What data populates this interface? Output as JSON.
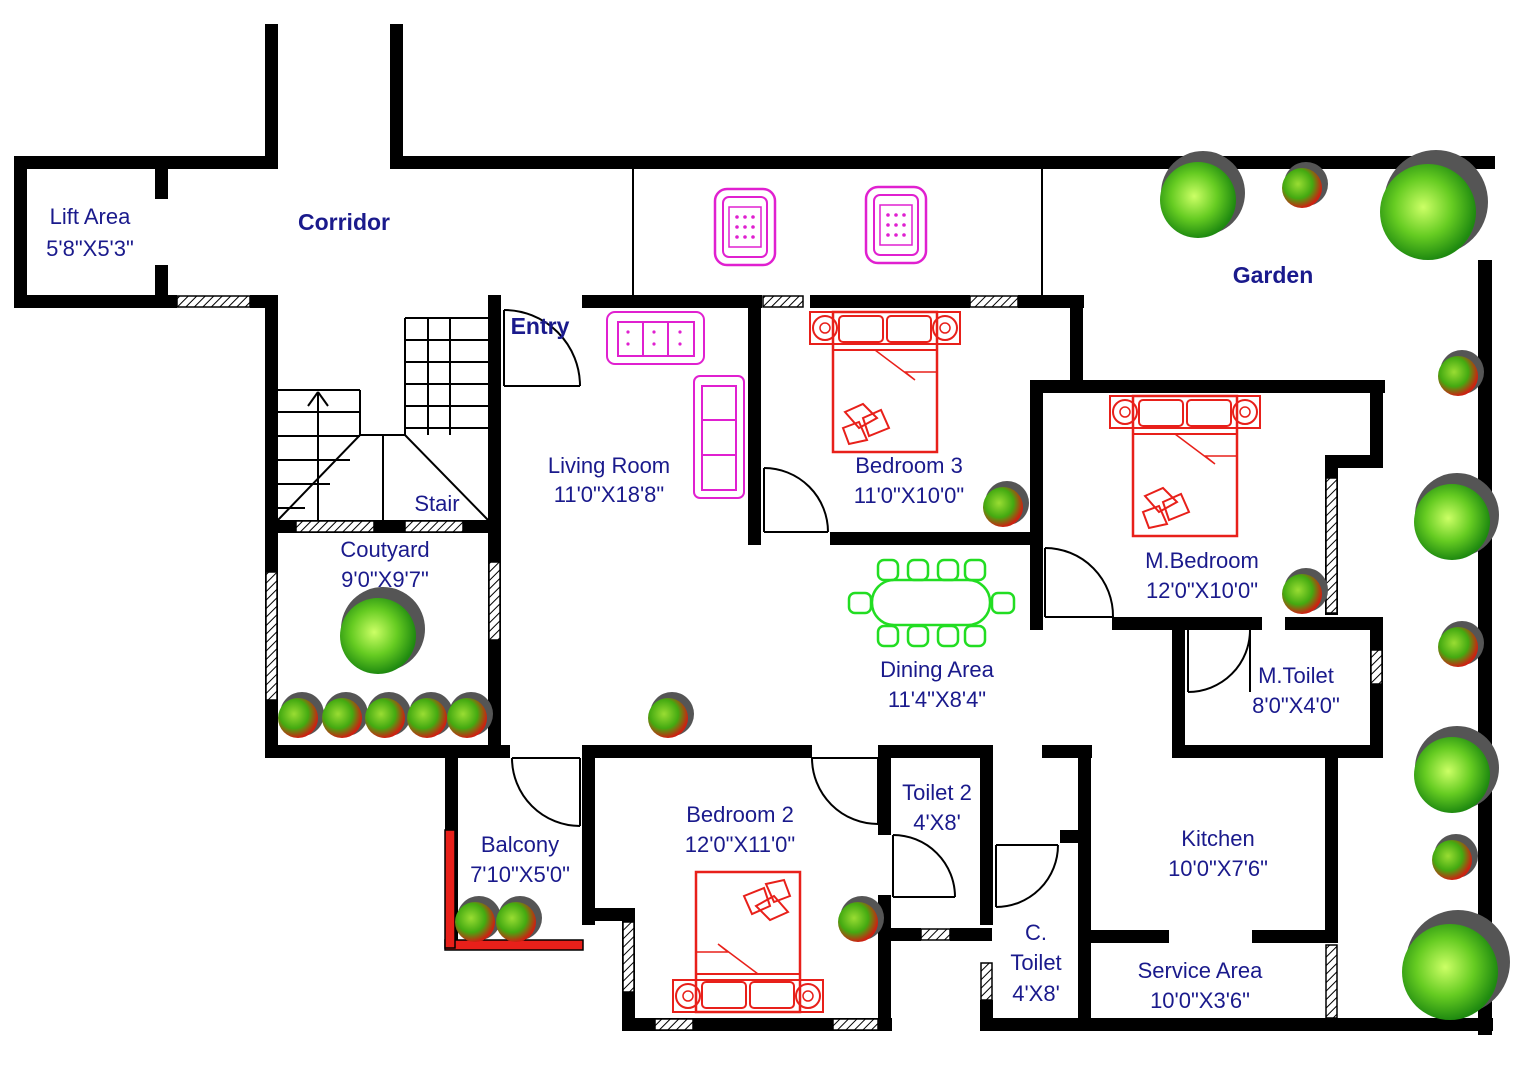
{
  "rooms": {
    "lift_area": {
      "name": "Lift Area",
      "size": "5'8\"X5'3\""
    },
    "corridor": {
      "name": "Corridor"
    },
    "garden": {
      "name": "Garden"
    },
    "entry": {
      "name": "Entry"
    },
    "living_room": {
      "name": "Living Room",
      "size": "11'0\"X18'8\""
    },
    "bedroom3": {
      "name": "Bedroom 3",
      "size": "11'0\"X10'0\""
    },
    "stair": {
      "name": "Stair"
    },
    "courtyard": {
      "name": "Coutyard",
      "size": "9'0\"X9'7\""
    },
    "master_bedroom": {
      "name": "M.Bedroom",
      "size": "12'0\"X10'0\""
    },
    "dining_area": {
      "name": "Dining Area",
      "size": "11'4\"X8'4\""
    },
    "master_toilet": {
      "name": "M.Toilet",
      "size": "8'0\"X4'0\""
    },
    "balcony": {
      "name": "Balcony",
      "size": "7'10\"X5'0\""
    },
    "bedroom2": {
      "name": "Bedroom 2",
      "size": "12'0\"X11'0\""
    },
    "toilet2": {
      "name": "Toilet 2",
      "size": "4'X8'"
    },
    "common_toilet": {
      "name_line1": "C.",
      "name_line2": "Toilet",
      "size": "4'X8'"
    },
    "kitchen": {
      "name": "Kitchen",
      "size": "10'0\"X7'6\""
    },
    "service_area": {
      "name": "Service Area",
      "size": "10'0\"X3'6\""
    }
  },
  "colors": {
    "walls": "#000000",
    "labels": "#1a1a8c",
    "bed_furniture": "#e8201a",
    "living_furniture": "#e020d0",
    "dining_furniture": "#22dd22",
    "plants": "#44bb11"
  },
  "icons": [
    "armchair-icon",
    "sofa-icon",
    "bed-icon",
    "dining-table-icon",
    "plant-icon",
    "door-swing-icon",
    "stair-icon"
  ]
}
